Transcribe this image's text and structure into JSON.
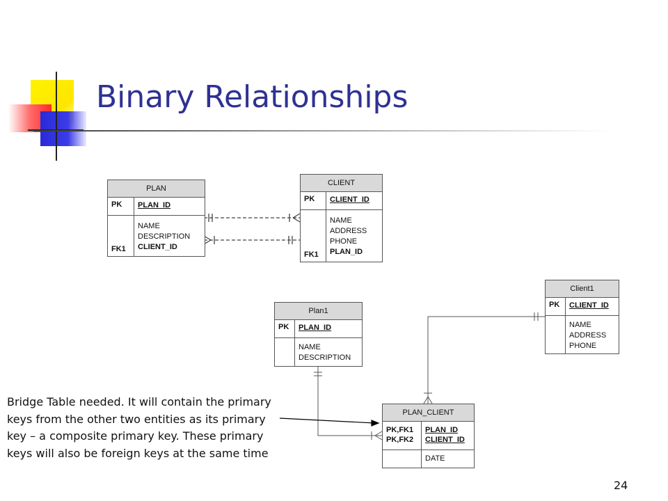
{
  "slide": {
    "title": "Binary Relationships",
    "note": "Bridge Table needed.  It will contain the primary keys from the other two entities as its primary key – a composite primary key.  These primary keys will also be foreign keys at the same time",
    "page_number": "24"
  },
  "diagram": {
    "plan": {
      "name": "PLAN",
      "key_label": "PK",
      "key_attr": "PLAN_ID",
      "fk_label": "FK1",
      "attrs": [
        "NAME",
        "DESCRIPTION",
        "CLIENT_ID"
      ]
    },
    "client": {
      "name": "CLIENT",
      "key_label": "PK",
      "key_attr": "CLIENT_ID",
      "fk_label": "FK1",
      "attrs": [
        "NAME",
        "ADDRESS",
        "PHONE",
        "PLAN_ID"
      ]
    },
    "plan1": {
      "name": "Plan1",
      "key_label": "PK",
      "key_attr": "PLAN_ID",
      "attrs": [
        "NAME",
        "DESCRIPTION"
      ]
    },
    "client1": {
      "name": "Client1",
      "key_label": "PK",
      "key_attr": "CLIENT_ID",
      "attrs": [
        "NAME",
        "ADDRESS",
        "PHONE"
      ]
    },
    "plan_client": {
      "name": "PLAN_CLIENT",
      "key_labels": [
        "PK,FK1",
        "PK,FK2"
      ],
      "key_attrs": [
        "PLAN_ID",
        "CLIENT_ID"
      ],
      "attrs": [
        "DATE"
      ]
    }
  },
  "colors": {
    "title": "#2e3192",
    "entity_header": "#d9d9d9",
    "line": "#555555"
  }
}
